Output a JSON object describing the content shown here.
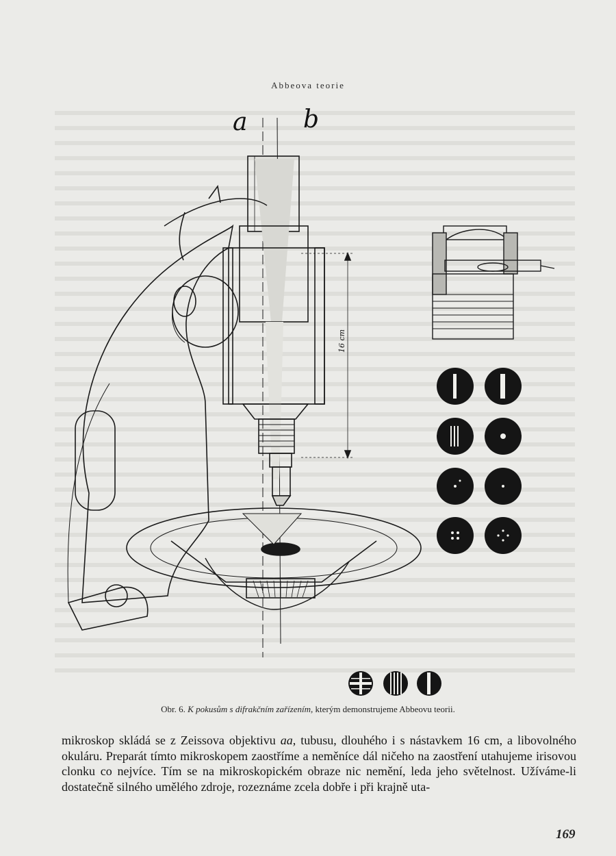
{
  "header": {
    "running_head": "Abbeova teorie"
  },
  "figure": {
    "label_a": "a",
    "label_b": "b",
    "dimension": "16 cm",
    "caption_prefix": "Obr. 6. ",
    "caption_italic": "K pokusům s difrakčním zařízením,",
    "caption_rest": " kterým demonstrujeme Abbeovu teorii."
  },
  "body": {
    "line1_a": "mikroskop skládá se z Zeissova objektivu ",
    "line1_italic": "aa",
    "line1_b": ", tubusu, dlouhého i s nástavkem 16 cm, a libovolného okuláru. Preparát tímto mikroskopem zaostříme a neměníce dál ničeho na zaostření utahujeme irisovou clonku co nejvíce. Tím se na mikroskopickém obraze nic nemění, leda jeho světelnost. Užíváme-li dostatečně silného umělého zdroje, rozeznáme zcela dobře i při krajně uta-"
  },
  "page_number": "169"
}
